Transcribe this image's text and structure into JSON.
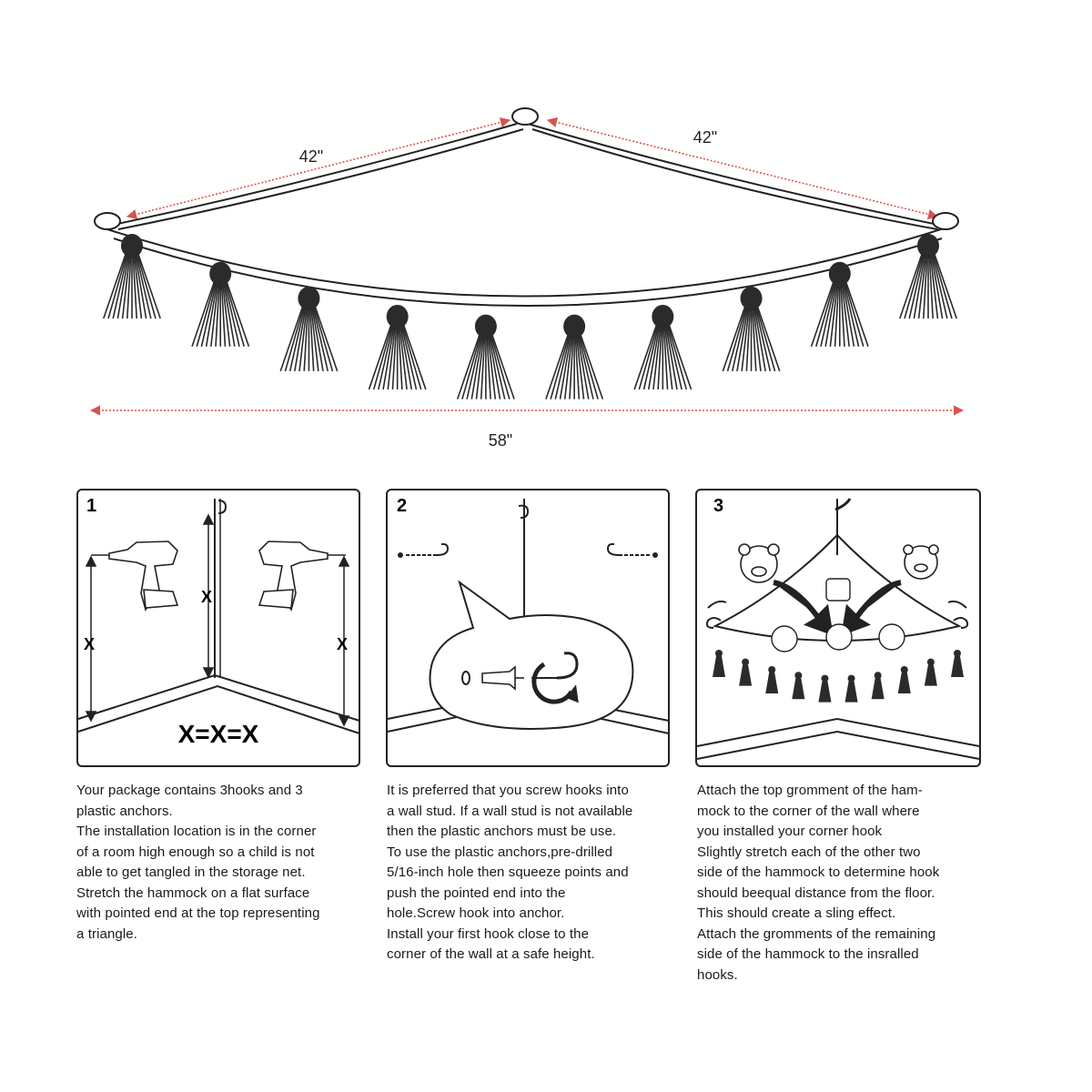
{
  "top_diagram": {
    "left_side_dimension": "42\"",
    "right_side_dimension": "42\"",
    "bottom_width_dimension": "58\"",
    "tassel_count": 10,
    "colors": {
      "dimension_line": "#d9534f",
      "outline": "#222222",
      "tassel": "#2b2b2b"
    }
  },
  "steps": [
    {
      "number": "1",
      "wall_label_x": "X",
      "equation": "X=X=X",
      "lines": [
        "Your package contains 3hooks and 3",
        "plastic anchors.",
        "The installation location is in the corner",
        "of a room  high enough so a child is not",
        "able to get tangled in the storage net.",
        "Stretch the hammock on a flat surface",
        "with pointed end at the top representing",
        "a triangle."
      ]
    },
    {
      "number": "2",
      "lines": [
        "It is preferred that you screw hooks into",
        "a wall stud. If a wall stud is not available",
        "then the plastic anchors must be use.",
        "To use the plastic anchors,pre-drilled",
        "5/16-inch hole then squeeze points and",
        "push the pointed end into the",
        "hole.Screw hook into anchor.",
        "Install your first hook close to the",
        "corner of the wall at a safe height."
      ]
    },
    {
      "number": "3",
      "lines": [
        "Attach the top gromment of the ham-",
        "mock to the corner of the wall where",
        "you installed your corner hook",
        "Slightly  stretch each of the other two",
        "side of the hammock to determine hook",
        "should beequal distance from the floor.",
        "This should create a sling effect.",
        "Attach the gromments of the remaining",
        "side of the hammock to the insralled",
        "hooks."
      ]
    }
  ]
}
